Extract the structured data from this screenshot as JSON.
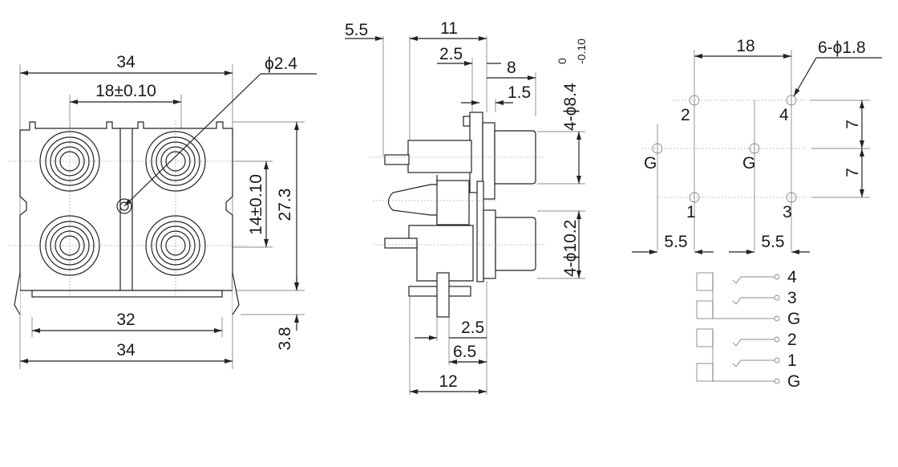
{
  "front_view": {
    "overall_width_top": "34",
    "jack_spacing_h": "18±0.10",
    "center_hole": "ϕ2.4",
    "jack_spacing_v": "14±0.10",
    "body_height": "27.3",
    "tab_height": "3.8",
    "base_width": "32",
    "overall_width_bottom": "34"
  },
  "side_view": {
    "pin_offset": "5.5",
    "depth": "11",
    "flange_offset": "2.5",
    "sleeve_length": "8",
    "flange_thickness": "1.5",
    "upper_diameter": "4-ϕ8.4",
    "upper_tol_plus": "0",
    "upper_tol_minus": "-0.10",
    "lower_diameter": "4-ϕ10.2",
    "bottom_pin_offset": "2.5",
    "bottom_pin_pos": "6.5",
    "base_depth": "12"
  },
  "pcb_layout": {
    "pin_spacing_h": "18",
    "hole_spec": "6-ϕ1.8",
    "pin_spacing_v1": "7",
    "pin_spacing_v2": "7",
    "ground_offset_left": "5.5",
    "ground_offset_right": "5.5",
    "pin_labels": {
      "p1": "1",
      "p2": "2",
      "p3": "3",
      "p4": "4",
      "g_left": "G",
      "g_right": "G"
    }
  },
  "schematic": {
    "labels": [
      "4",
      "3",
      "G",
      "2",
      "1",
      "G"
    ]
  }
}
